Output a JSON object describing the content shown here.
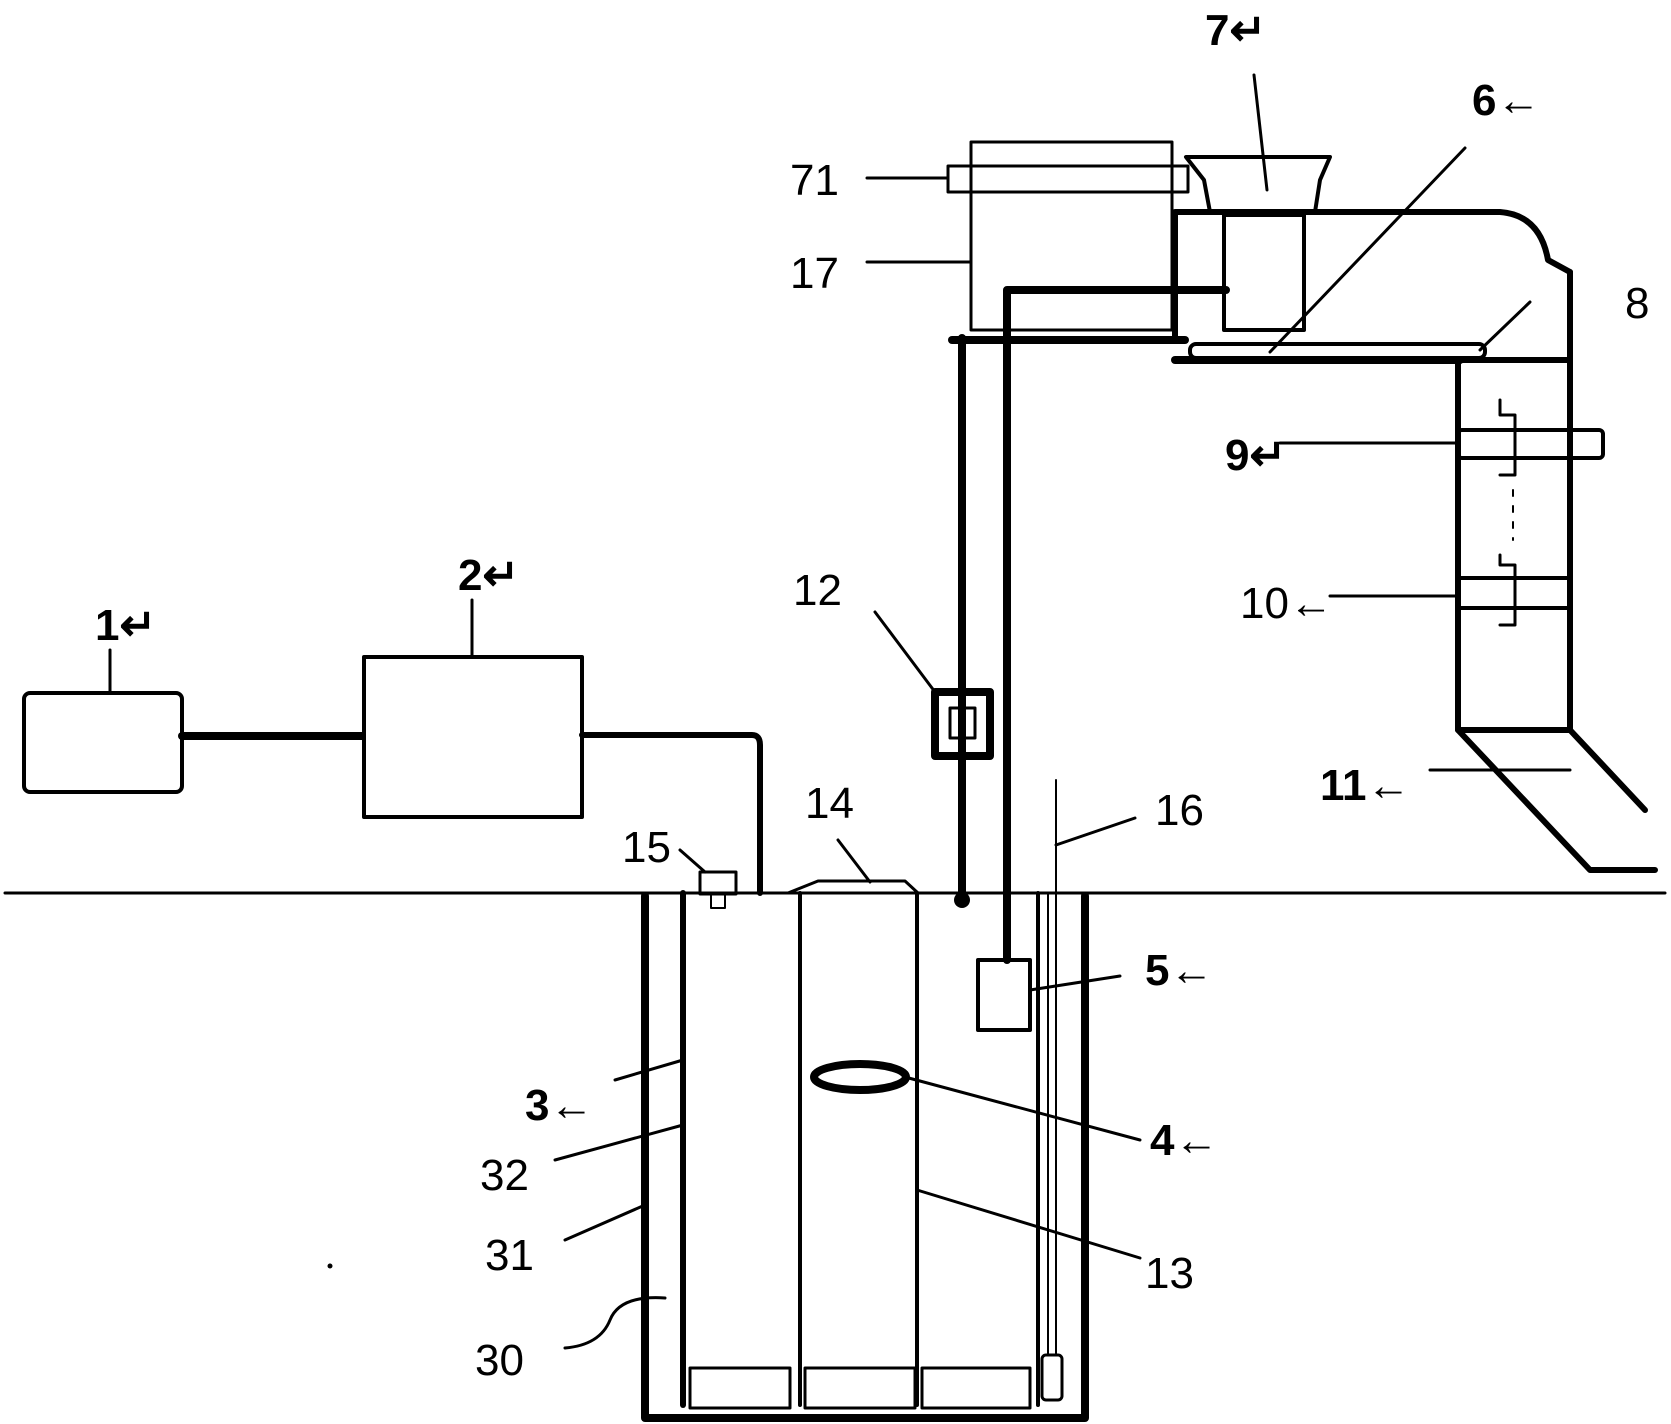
{
  "labels": {
    "l1": "1↵",
    "l2": "2↵",
    "l3": "3←",
    "l4": "4←",
    "l5": "5←",
    "l6": "6←",
    "l7": "7↵",
    "l8": "8",
    "l9": "9↵",
    "l10": "10←",
    "l11": "11←",
    "l12": "12",
    "l13": "13",
    "l14": "14",
    "l15": "15",
    "l16": "16",
    "l17": "17",
    "l30": "30",
    "l31": "31",
    "l32": "32",
    "l71": "71"
  }
}
